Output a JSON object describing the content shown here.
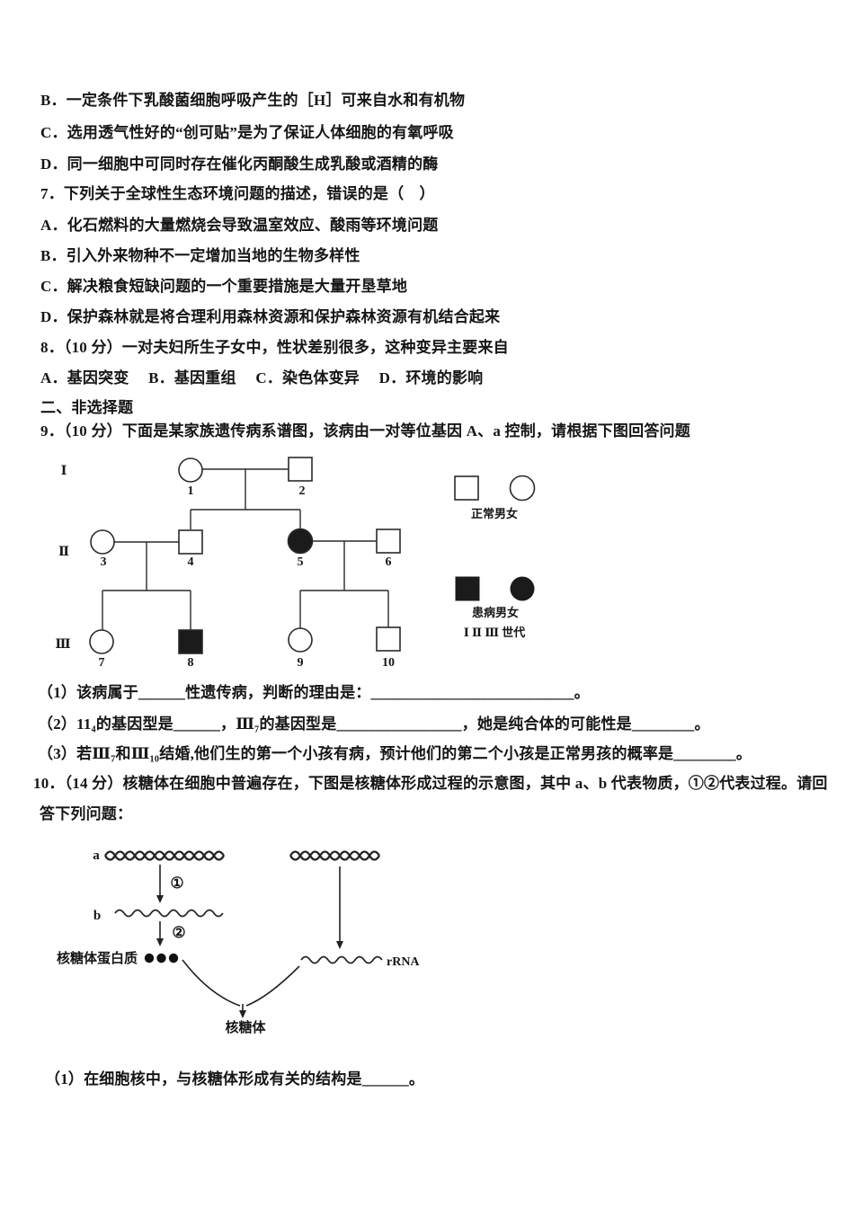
{
  "document": {
    "q6_options": [
      "B．一定条件下乳酸菌细胞呼吸产生的［H］可来自水和有机物",
      "C．选用透气性好的“创可贴”是为了保证人体细胞的有氧呼吸",
      "D．同一细胞中可同时存在催化丙酮酸生成乳酸或酒精的酶"
    ],
    "q7": {
      "stem": "7．下列关于全球性生态环境问题的描述，错误的是（　）",
      "options": [
        "A．化石燃料的大量燃烧会导致温室效应、酸雨等环境问题",
        "B．引入外来物种不一定增加当地的生物多样性",
        "C．解决粮食短缺问题的一个重要措施是大量开垦草地",
        "D．保护森林就是将合理利用森林资源和保护森林资源有机结合起来"
      ]
    },
    "q8": {
      "stem": "8．（10 分）一对夫妇所生子女中，性状差别很多，这种变异主要来自",
      "options_line": "A．基因突变　 B．基因重组　 C．染色体变异　 D．环境的影响"
    },
    "section2_title": "二、非选择题",
    "q9": {
      "stem": "9．（10 分）下面是某家族遗传病系谱图，该病由一对等位基因 A、a 控制，请根据下图回答问题",
      "sub1": "（1）该病属于______性遗传病，判断的理由是：__________________________。",
      "sub2": "（2）11₄的基因型是______，Ⅲ₇的基因型是________________，她是纯合体的可能性是________。",
      "sub3": "（3）若Ⅲ₇和Ⅲ₁₀结婚,他们生的第一个小孩有病，预计他们的第二个小孩是正常男孩的概率是________。"
    },
    "q10": {
      "stem_line1": "10．（14 分）核糖体在细胞中普遍存在，下图是核糖体形成过程的示意图，其中 a、b 代表物质，①②代表过程。请回",
      "stem_line2": "答下列问题：",
      "sub1": "（1）在细胞核中，与核糖体形成有关的结构是______。"
    }
  },
  "pedigree": {
    "generation_labels": [
      "Ⅰ",
      "Ⅱ",
      "Ⅲ"
    ],
    "numbers": [
      "1",
      "2",
      "3",
      "4",
      "5",
      "6",
      "7",
      "8",
      "9",
      "10"
    ],
    "legend": {
      "normal": "正常男女",
      "affected": "患病男女",
      "generations": "Ⅰ Ⅱ Ⅲ 世代"
    }
  },
  "ribosome": {
    "label_a": "a",
    "label_b": "b",
    "step1": "①",
    "step2": "②",
    "protein_label": "核糖体蛋白质",
    "rrna_label": "rRNA",
    "result_label": "核糖体"
  }
}
